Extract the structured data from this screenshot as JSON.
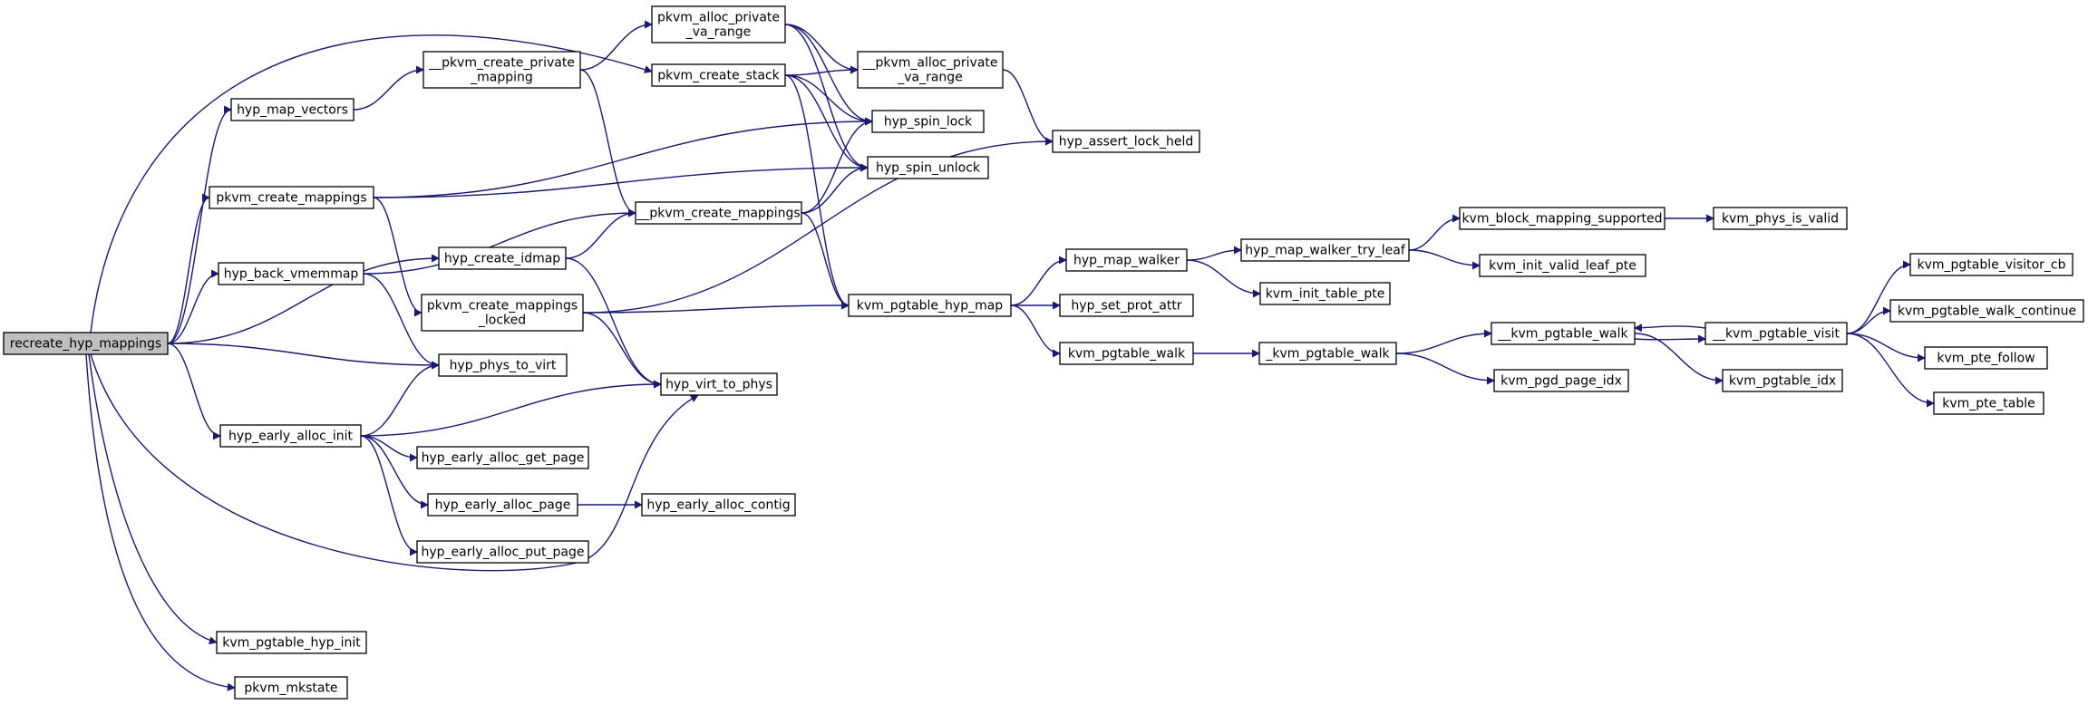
{
  "graph": {
    "edge_color": "#191970",
    "root_fill": "#bfbfbf",
    "nodes": [
      {
        "id": "recreate_hyp_mappings",
        "lines": [
          "recreate_hyp_mappings"
        ],
        "root": true
      },
      {
        "id": "hyp_map_vectors",
        "lines": [
          "hyp_map_vectors"
        ]
      },
      {
        "id": "pkvm_create_mappings",
        "lines": [
          "pkvm_create_mappings"
        ]
      },
      {
        "id": "hyp_back_vmemmap",
        "lines": [
          "hyp_back_vmemmap"
        ]
      },
      {
        "id": "hyp_early_alloc_init",
        "lines": [
          "hyp_early_alloc_init"
        ]
      },
      {
        "id": "kvm_pgtable_hyp_init",
        "lines": [
          "kvm_pgtable_hyp_init"
        ]
      },
      {
        "id": "pkvm_mkstate",
        "lines": [
          "pkvm_mkstate"
        ]
      },
      {
        "id": "__pkvm_create_private_mapping",
        "lines": [
          "__pkvm_create_private",
          "_mapping"
        ]
      },
      {
        "id": "hyp_create_idmap",
        "lines": [
          "hyp_create_idmap"
        ]
      },
      {
        "id": "pkvm_create_mappings_locked",
        "lines": [
          "pkvm_create_mappings",
          "_locked"
        ]
      },
      {
        "id": "hyp_phys_to_virt",
        "lines": [
          "hyp_phys_to_virt"
        ]
      },
      {
        "id": "hyp_early_alloc_get_page",
        "lines": [
          "hyp_early_alloc_get_page"
        ]
      },
      {
        "id": "hyp_early_alloc_page",
        "lines": [
          "hyp_early_alloc_page"
        ]
      },
      {
        "id": "hyp_early_alloc_put_page",
        "lines": [
          "hyp_early_alloc_put_page"
        ]
      },
      {
        "id": "pkvm_alloc_private_va_range_a",
        "lines": [
          "pkvm_alloc_private",
          "_va_range"
        ]
      },
      {
        "id": "pkvm_create_stack",
        "lines": [
          "pkvm_create_stack"
        ]
      },
      {
        "id": "__pkvm_create_mappings",
        "lines": [
          "__pkvm_create_mappings"
        ]
      },
      {
        "id": "hyp_virt_to_phys",
        "lines": [
          "hyp_virt_to_phys"
        ]
      },
      {
        "id": "hyp_early_alloc_contig",
        "lines": [
          "hyp_early_alloc_contig"
        ]
      },
      {
        "id": "__pkvm_alloc_private_va_range",
        "lines": [
          "__pkvm_alloc_private",
          "_va_range"
        ]
      },
      {
        "id": "hyp_spin_lock",
        "lines": [
          "hyp_spin_lock"
        ]
      },
      {
        "id": "hyp_spin_unlock",
        "lines": [
          "hyp_spin_unlock"
        ]
      },
      {
        "id": "kvm_pgtable_hyp_map",
        "lines": [
          "kvm_pgtable_hyp_map"
        ]
      },
      {
        "id": "hyp_assert_lock_held",
        "lines": [
          "hyp_assert_lock_held"
        ]
      },
      {
        "id": "hyp_map_walker",
        "lines": [
          "hyp_map_walker"
        ]
      },
      {
        "id": "hyp_set_prot_attr",
        "lines": [
          "hyp_set_prot_attr"
        ]
      },
      {
        "id": "kvm_pgtable_walk",
        "lines": [
          "kvm_pgtable_walk"
        ]
      },
      {
        "id": "hyp_map_walker_try_leaf",
        "lines": [
          "hyp_map_walker_try_leaf"
        ]
      },
      {
        "id": "kvm_init_table_pte",
        "lines": [
          "kvm_init_table_pte"
        ]
      },
      {
        "id": "_kvm_pgtable_walk",
        "lines": [
          "_kvm_pgtable_walk"
        ]
      },
      {
        "id": "kvm_block_mapping_supported",
        "lines": [
          "kvm_block_mapping_supported"
        ]
      },
      {
        "id": "kvm_init_valid_leaf_pte",
        "lines": [
          "kvm_init_valid_leaf_pte"
        ]
      },
      {
        "id": "__kvm_pgtable_walk",
        "lines": [
          "__kvm_pgtable_walk"
        ]
      },
      {
        "id": "kvm_pgd_page_idx",
        "lines": [
          "kvm_pgd_page_idx"
        ]
      },
      {
        "id": "kvm_phys_is_valid",
        "lines": [
          "kvm_phys_is_valid"
        ]
      },
      {
        "id": "__kvm_pgtable_visit",
        "lines": [
          "__kvm_pgtable_visit"
        ]
      },
      {
        "id": "kvm_pgtable_idx",
        "lines": [
          "kvm_pgtable_idx"
        ]
      },
      {
        "id": "kvm_pgtable_visitor_cb",
        "lines": [
          "kvm_pgtable_visitor_cb"
        ]
      },
      {
        "id": "kvm_pgtable_walk_continue",
        "lines": [
          "kvm_pgtable_walk_continue"
        ]
      },
      {
        "id": "kvm_pte_follow",
        "lines": [
          "kvm_pte_follow"
        ]
      },
      {
        "id": "kvm_pte_table",
        "lines": [
          "kvm_pte_table"
        ]
      }
    ],
    "edges": [
      [
        "recreate_hyp_mappings",
        "hyp_map_vectors"
      ],
      [
        "recreate_hyp_mappings",
        "pkvm_create_mappings"
      ],
      [
        "recreate_hyp_mappings",
        "hyp_back_vmemmap"
      ],
      [
        "recreate_hyp_mappings",
        "hyp_early_alloc_init"
      ],
      [
        "recreate_hyp_mappings",
        "kvm_pgtable_hyp_init"
      ],
      [
        "recreate_hyp_mappings",
        "pkvm_mkstate"
      ],
      [
        "recreate_hyp_mappings",
        "hyp_create_idmap"
      ],
      [
        "recreate_hyp_mappings",
        "hyp_phys_to_virt"
      ],
      [
        "recreate_hyp_mappings",
        "hyp_virt_to_phys"
      ],
      [
        "recreate_hyp_mappings",
        "pkvm_create_stack"
      ],
      [
        "hyp_map_vectors",
        "__pkvm_create_private_mapping"
      ],
      [
        "__pkvm_create_private_mapping",
        "pkvm_alloc_private_va_range_a"
      ],
      [
        "__pkvm_create_private_mapping",
        "__pkvm_create_mappings"
      ],
      [
        "pkvm_create_mappings",
        "hyp_spin_lock"
      ],
      [
        "pkvm_create_mappings",
        "hyp_spin_unlock"
      ],
      [
        "pkvm_create_mappings",
        "pkvm_create_mappings_locked"
      ],
      [
        "hyp_back_vmemmap",
        "__pkvm_create_mappings"
      ],
      [
        "hyp_back_vmemmap",
        "hyp_phys_to_virt"
      ],
      [
        "hyp_create_idmap",
        "__pkvm_create_mappings"
      ],
      [
        "hyp_create_idmap",
        "hyp_virt_to_phys"
      ],
      [
        "pkvm_create_mappings_locked",
        "hyp_assert_lock_held"
      ],
      [
        "pkvm_create_mappings_locked",
        "kvm_pgtable_hyp_map"
      ],
      [
        "pkvm_create_mappings_locked",
        "hyp_virt_to_phys"
      ],
      [
        "hyp_early_alloc_init",
        "hyp_phys_to_virt"
      ],
      [
        "hyp_early_alloc_init",
        "hyp_virt_to_phys"
      ],
      [
        "hyp_early_alloc_init",
        "hyp_early_alloc_get_page"
      ],
      [
        "hyp_early_alloc_init",
        "hyp_early_alloc_page"
      ],
      [
        "hyp_early_alloc_init",
        "hyp_early_alloc_put_page"
      ],
      [
        "hyp_early_alloc_page",
        "hyp_early_alloc_contig"
      ],
      [
        "pkvm_alloc_private_va_range_a",
        "__pkvm_alloc_private_va_range"
      ],
      [
        "pkvm_alloc_private_va_range_a",
        "hyp_spin_lock"
      ],
      [
        "pkvm_alloc_private_va_range_a",
        "hyp_spin_unlock"
      ],
      [
        "pkvm_create_stack",
        "__pkvm_alloc_private_va_range"
      ],
      [
        "pkvm_create_stack",
        "hyp_spin_lock"
      ],
      [
        "pkvm_create_stack",
        "hyp_spin_unlock"
      ],
      [
        "pkvm_create_stack",
        "kvm_pgtable_hyp_map"
      ],
      [
        "__pkvm_create_mappings",
        "hyp_spin_lock"
      ],
      [
        "__pkvm_create_mappings",
        "hyp_spin_unlock"
      ],
      [
        "__pkvm_create_mappings",
        "kvm_pgtable_hyp_map"
      ],
      [
        "__pkvm_alloc_private_va_range",
        "hyp_assert_lock_held"
      ],
      [
        "kvm_pgtable_hyp_map",
        "hyp_map_walker"
      ],
      [
        "kvm_pgtable_hyp_map",
        "hyp_set_prot_attr"
      ],
      [
        "kvm_pgtable_hyp_map",
        "kvm_pgtable_walk"
      ],
      [
        "hyp_map_walker",
        "hyp_map_walker_try_leaf"
      ],
      [
        "hyp_map_walker",
        "kvm_init_table_pte"
      ],
      [
        "hyp_map_walker_try_leaf",
        "kvm_block_mapping_supported"
      ],
      [
        "hyp_map_walker_try_leaf",
        "kvm_init_valid_leaf_pte"
      ],
      [
        "kvm_block_mapping_supported",
        "kvm_phys_is_valid"
      ],
      [
        "kvm_pgtable_walk",
        "_kvm_pgtable_walk"
      ],
      [
        "_kvm_pgtable_walk",
        "__kvm_pgtable_walk"
      ],
      [
        "_kvm_pgtable_walk",
        "kvm_pgd_page_idx"
      ],
      [
        "__kvm_pgtable_walk",
        "__kvm_pgtable_visit"
      ],
      [
        "__kvm_pgtable_walk",
        "kvm_pgtable_idx"
      ],
      [
        "__kvm_pgtable_visit",
        "__kvm_pgtable_walk"
      ],
      [
        "__kvm_pgtable_visit",
        "kvm_pgtable_visitor_cb"
      ],
      [
        "__kvm_pgtable_visit",
        "kvm_pgtable_walk_continue"
      ],
      [
        "__kvm_pgtable_visit",
        "kvm_pte_follow"
      ],
      [
        "__kvm_pgtable_visit",
        "kvm_pte_table"
      ]
    ]
  }
}
